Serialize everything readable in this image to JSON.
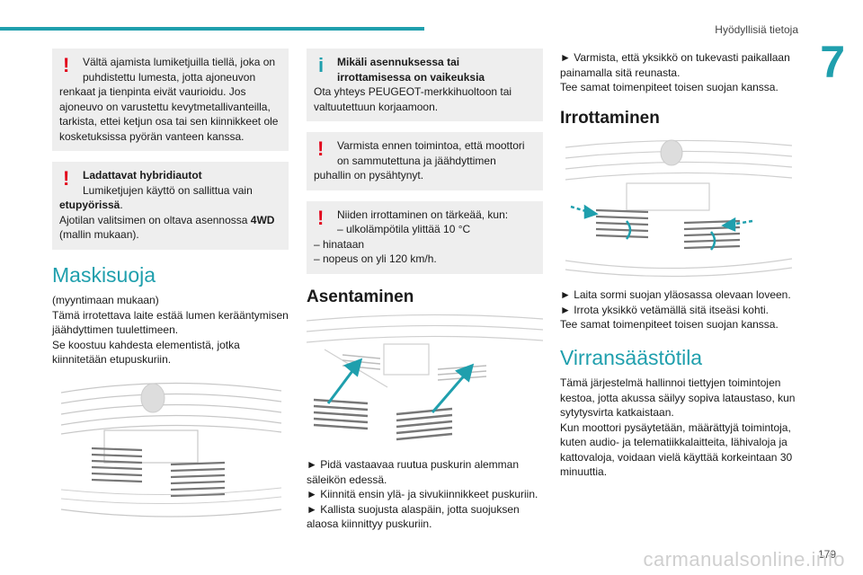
{
  "header": {
    "section": "Hyödyllisiä tietoja",
    "chapter": "7"
  },
  "footer": {
    "page": "179",
    "watermark": "carmanualsonline.info"
  },
  "col1": {
    "warn1": {
      "first": "Vältä ajamista lumiketjuilla tiellä, joka on",
      "rest_indent": "puhdistettu lumesta, jotta ajoneuvon",
      "rest": "renkaat ja tienpinta eivät vaurioidu. Jos ajoneuvo on varustettu kevytmetallivanteilla, tarkista, ettei ketjun osa tai sen kiinnikkeet ole kosketuksissa pyörän vanteen kanssa."
    },
    "warn2": {
      "title": "Ladattavat hybridiautot",
      "line1": "Lumiketjujen käyttö on sallittua vain",
      "bold_word": "etupyörissä",
      "dot": ".",
      "line2a": "Ajotilan valitsimen on oltava asennossa ",
      "bold_4wd": "4WD",
      "line2b": " (mallin mukaan)."
    },
    "heading": "Maskisuoja",
    "para": [
      "(myyntimaan mukaan)",
      "Tämä irrotettava laite estää lumen kerääntymisen jäähdyttimen tuulettimeen.",
      "Se koostuu kahdesta elementistä, jotka kiinnitetään etupuskuriin."
    ]
  },
  "col2": {
    "info": {
      "title1": "Mikäli asennuksessa tai",
      "title2": "irrottamisessa on vaikeuksia",
      "body": "Ota yhteys PEUGEOT-merkkihuoltoon tai valtuutettuun korjaamoon."
    },
    "warn3": {
      "first": "Varmista ennen toimintoa, että moottori",
      "rest_indent": "on sammutettuna ja jäähdyttimen",
      "rest": "puhallin on pysähtynyt."
    },
    "warn4": {
      "first": "Niiden irrottaminen on tärkeää, kun:",
      "l1": "–  ulkolämpötila ylittää 10 °C",
      "l2": "–  hinataan",
      "l3": "–  nopeus on yli 120 km/h."
    },
    "heading": "Asentaminen",
    "steps": [
      "►  Pidä vastaavaa ruutua puskurin alemman säleikön edessä.",
      "►  Kiinnitä ensin ylä- ja sivukiinnikkeet puskuriin.",
      "►  Kallista suojusta alaspäin, jotta suojuksen alaosa kiinnittyy puskuriin."
    ]
  },
  "col3": {
    "intro": [
      "►  Varmista, että yksikkö on tukevasti paikallaan painamalla sitä reunasta.",
      "Tee samat toimenpiteet toisen suojan kanssa."
    ],
    "heading1": "Irrottaminen",
    "steps": [
      "►  Laita sormi suojan yläosassa olevaan loveen.",
      "►  Irrota yksikkö vetämällä sitä itseäsi kohti.",
      "Tee samat toimenpiteet toisen suojan kanssa."
    ],
    "heading2": "Virransäästötila",
    "para": [
      "Tämä järjestelmä hallinnoi tiettyjen toimintojen kestoa, jotta akussa säilyy sopiva lataustaso, kun sytytysvirta katkaistaan.",
      "Kun moottori pysäytetään, määrättyjä toimintoja, kuten audio- ja telematiikkalaitteita, lähivaloja ja kattovaloja, voidaan vielä käyttää korkeintaan 30 minuuttia."
    ]
  },
  "colors": {
    "accent": "#1f9fad",
    "warning": "#e2001a",
    "box_bg": "#eeeeee"
  },
  "icons": {
    "warning": "exclamation-icon",
    "info": "info-icon"
  }
}
